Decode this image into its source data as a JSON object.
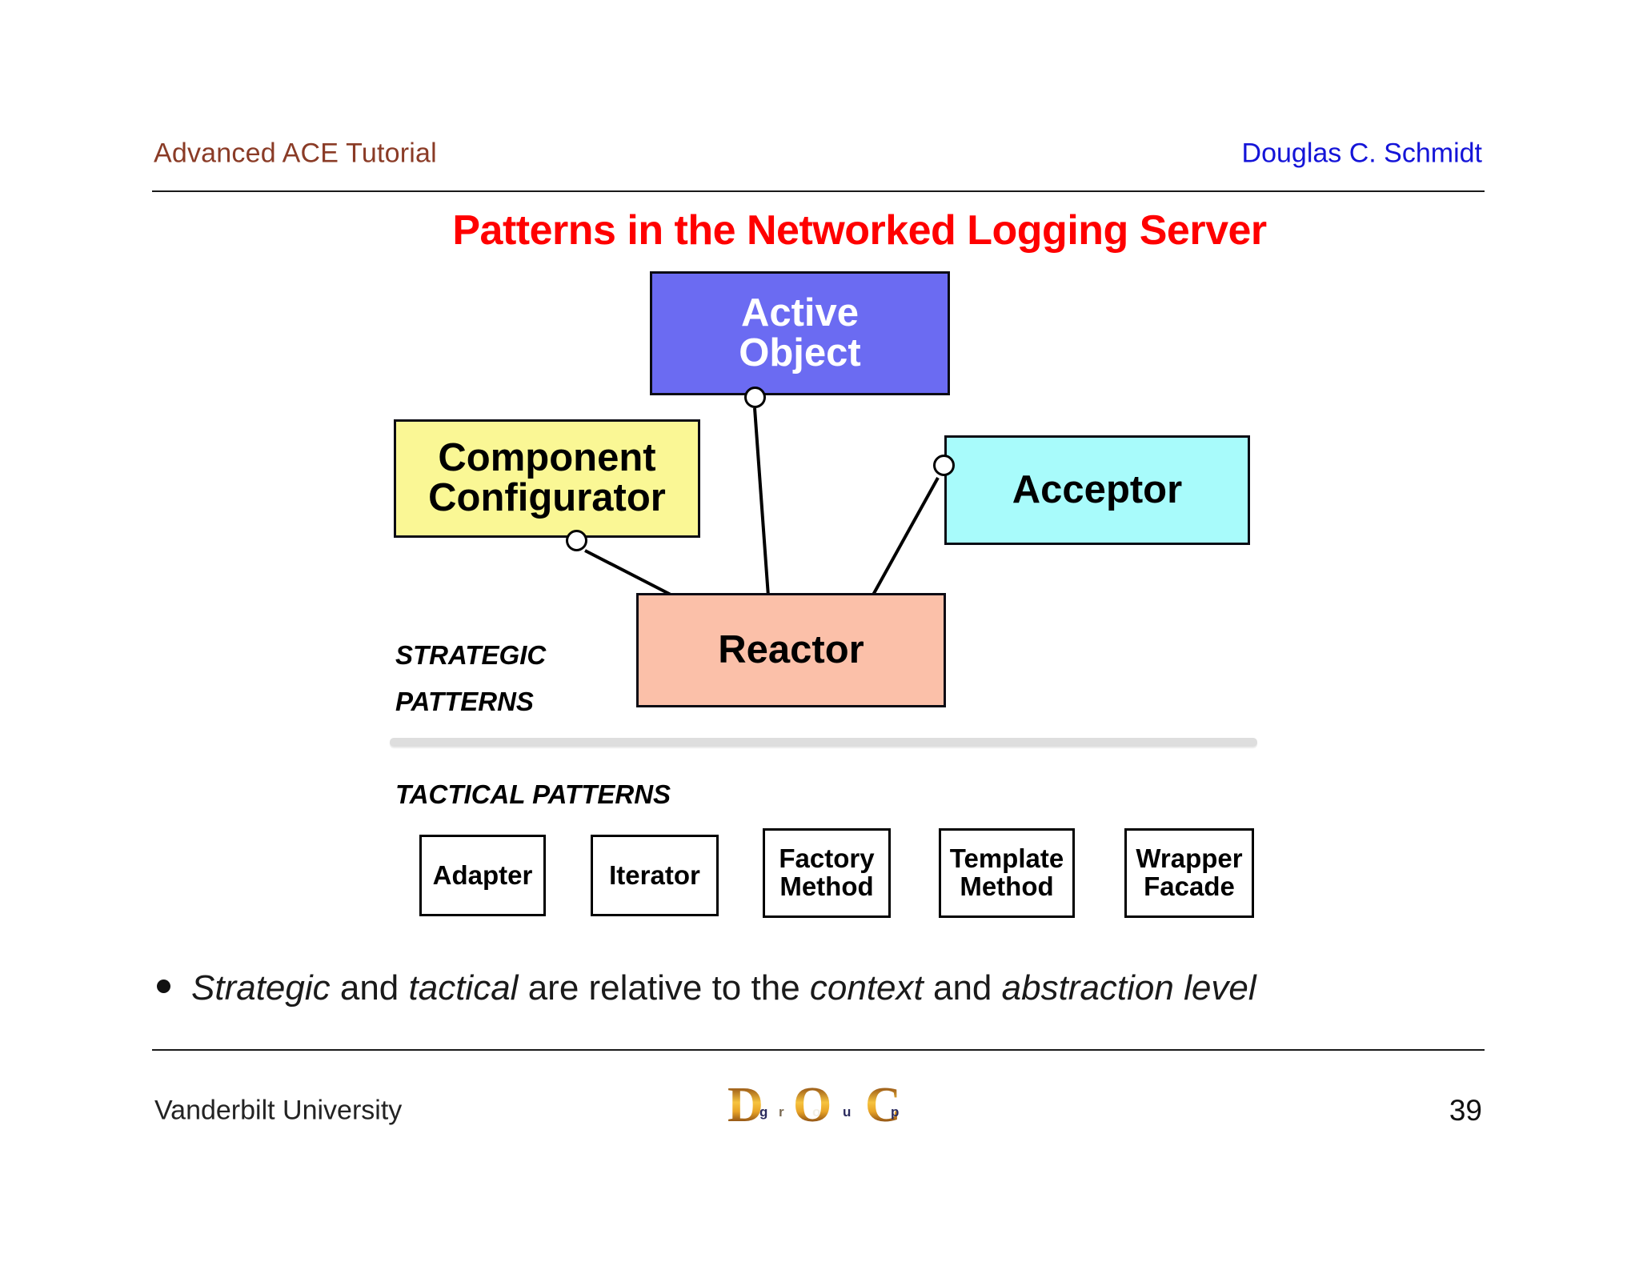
{
  "header": {
    "left_title": "Advanced ACE Tutorial",
    "right_author": "Douglas C. Schmidt",
    "left_color": "#8a3b26",
    "right_color": "#1414d8"
  },
  "title": {
    "text": "Patterns in the Networked Logging Server",
    "color": "#ff0000"
  },
  "diagram": {
    "strategic_label_line1": "STRATEGIC",
    "strategic_label_line2": "PATTERNS",
    "tactical_label": "TACTICAL PATTERNS",
    "strategic_boxes": [
      {
        "id": "active-object",
        "label_line1": "Active",
        "label_line2": "Object",
        "fill": "#6b6bf2",
        "text_color": "#ffffff"
      },
      {
        "id": "component-configurator",
        "label_line1": "Component",
        "label_line2": "Configurator",
        "fill": "#faf795",
        "text_color": "#000000"
      },
      {
        "id": "acceptor",
        "label_line1": "Acceptor",
        "label_line2": "",
        "fill": "#a8fbfb",
        "text_color": "#000000"
      },
      {
        "id": "reactor",
        "label_line1": "Reactor",
        "label_line2": "",
        "fill": "#fbc0a9",
        "text_color": "#000000"
      }
    ],
    "tactical_boxes": [
      {
        "id": "adapter",
        "label_line1": "Adapter",
        "label_line2": ""
      },
      {
        "id": "iterator",
        "label_line1": "Iterator",
        "label_line2": ""
      },
      {
        "id": "factory-method",
        "label_line1": "Factory",
        "label_line2": "Method"
      },
      {
        "id": "template-method",
        "label_line1": "Template",
        "label_line2": "Method"
      },
      {
        "id": "wrapper-facade",
        "label_line1": "Wrapper",
        "label_line2": "Facade"
      }
    ],
    "connections": [
      {
        "from": "active-object",
        "to": "reactor"
      },
      {
        "from": "component-configurator",
        "to": "reactor"
      },
      {
        "from": "acceptor",
        "to": "reactor"
      }
    ]
  },
  "bullet": {
    "part1_em": "Strategic",
    "part2": " and ",
    "part3_em": "tactical",
    "part4": " are relative to the ",
    "part5_em": "context",
    "part6": " and ",
    "part7_em": "abstraction level"
  },
  "footer": {
    "institution": "Vanderbilt University",
    "page_number": "39",
    "logo_main": "DOC",
    "logo_sub": "group"
  }
}
